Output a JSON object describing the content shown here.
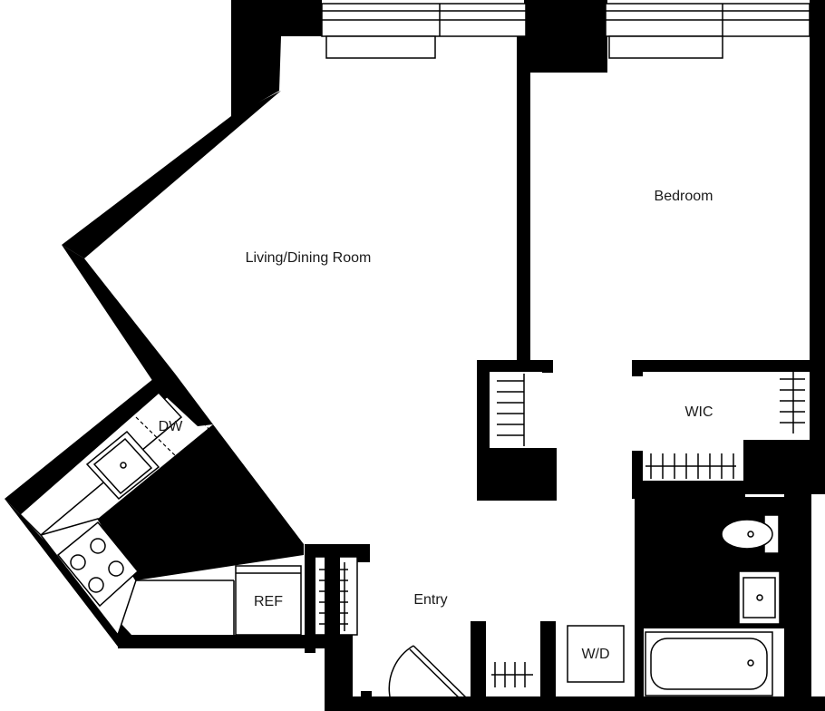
{
  "rooms": {
    "living": "Living/Dining Room",
    "bedroom": "Bedroom",
    "wic": "WIC",
    "entry": "Entry"
  },
  "fixtures": {
    "dishwasher": "DW",
    "refrigerator": "REF",
    "washer_dryer": "W/D"
  }
}
